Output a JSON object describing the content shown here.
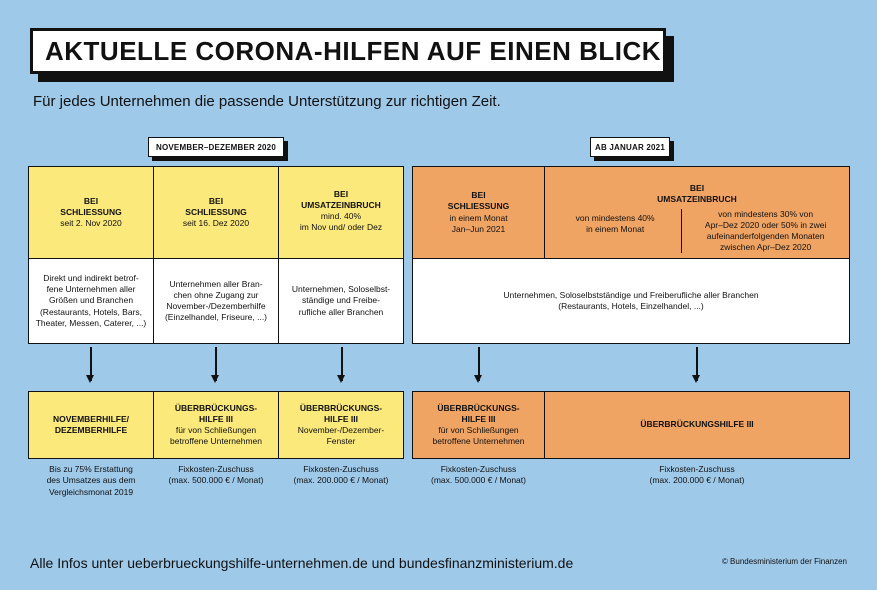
{
  "title": "AKTUELLE CORONA-HILFEN AUF EINEN BLICK",
  "subtitle": "Für jedes Unternehmen die passende Unterstützung zur richtigen Zeit.",
  "periods": {
    "left": "NOVEMBER–DEZEMBER 2020",
    "right": "AB JANUAR 2021"
  },
  "triggers": [
    {
      "head": "BEI\nSCHLIESSUNG",
      "text": "seit 2. Nov 2020"
    },
    {
      "head": "BEI\nSCHLIESSUNG",
      "text": "seit 16. Dez 2020"
    },
    {
      "head": "BEI\nUMSATZEINBRUCH",
      "text": "mind. 40%\nim Nov und/ oder Dez"
    },
    {
      "head": "BEI\nSCHLIESSUNG",
      "text": "in einem Monat\nJan–Jun 2021"
    },
    {
      "head": "BEI\nUMSATZEINBRUCH",
      "text_a": "von mindestens 40%\nin einem Monat",
      "text_b": "von mindestens 30% von\nApr–Dez 2020 oder 50% in zwei\naufeinanderfolgenden Monaten\nzwischen Apr–Dez 2020"
    }
  ],
  "eligible": [
    {
      "text": "Direkt und indirekt betrof-\nfene Unternehmen aller\nGrößen und Branchen\n(Restaurants, Hotels, Bars,\nTheater, Messen, Caterer, ...)"
    },
    {
      "text": "Unternehmen aller Bran-\nchen ohne Zugang zur\nNovember-/Dezemberhilfe\n(Einzelhandel, Friseure, ...)"
    },
    {
      "text": "Unternehmen, Soloselbst-\nständige und Freibe-\nrufliche aller Branchen"
    },
    {
      "text": "Unternehmen, Soloselbstständige und Freiberufliche aller Branchen\n(Restaurants, Hotels, Einzelhandel, ...)"
    }
  ],
  "programs": [
    {
      "head": "NOVEMBERHILFE/\nDEZEMBERHILFE",
      "text": ""
    },
    {
      "head": "ÜBERBRÜCKUNGS-\nHILFE III",
      "text": "für von Schließungen\nbetroffene Unternehmen"
    },
    {
      "head": "ÜBERBRÜCKUNGS-\nHILFE III",
      "text": "November-/Dezember-\nFenster"
    },
    {
      "head": "ÜBERBRÜCKUNGS-\nHILFE III",
      "text": "für von Schließungen\nbetroffene Unternehmen"
    },
    {
      "head": "ÜBERBRÜCKUNGSHILFE III",
      "text": ""
    }
  ],
  "notes": [
    "Bis zu 75% Erstattung\ndes Umsatzes aus dem\nVergleichsmonat 2019",
    "Fixkosten-Zuschuss\n(max. 500.000 € / Monat)",
    "Fixkosten-Zuschuss\n(max. 200.000 € / Monat)",
    "Fixkosten-Zuschuss\n(max. 500.000 € / Monat)",
    "Fixkosten-Zuschuss\n(max. 200.000 € / Monat)"
  ],
  "footer": "Alle Infos unter ueberbrueckungshilfe-unternehmen.de und bundesfinanzministerium.de",
  "copyright": "© Bundesministerium der Finanzen",
  "colors": {
    "background": "#9fc9e9",
    "yellow": "#fbe97c",
    "orange": "#efa464"
  }
}
